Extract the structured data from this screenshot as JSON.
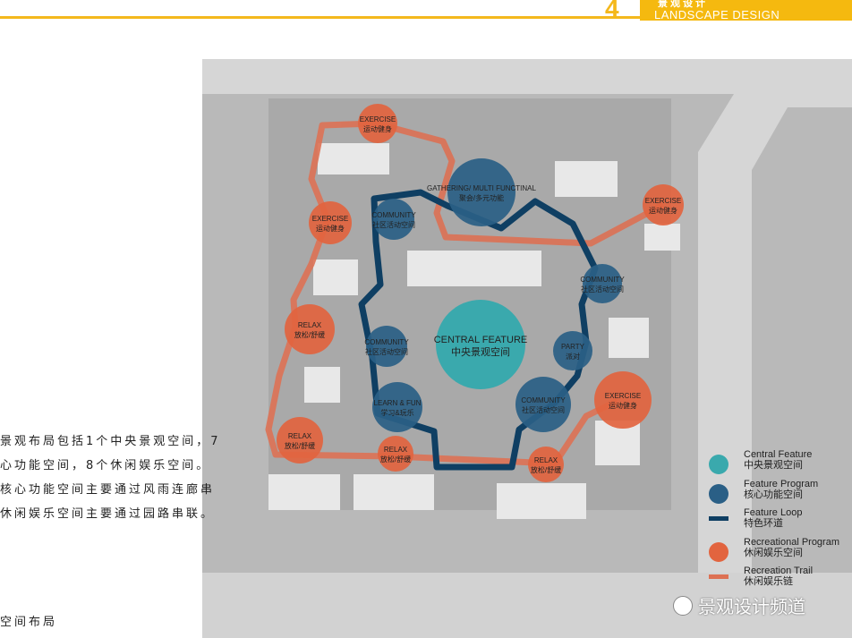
{
  "header": {
    "section_number": "4",
    "title_cn": "景观设计",
    "title_en": "LANDSCAPE DESIGN"
  },
  "description": [
    "景观布局包括1个中央景观空间，7",
    "心功能空间，8个休闲娱乐空间。",
    "核心功能空间主要通过风雨连廊串",
    "休闲娱乐空间主要通过园路串联。"
  ],
  "caption": "空间布局",
  "colors": {
    "central": "#3aa9ad",
    "feature": "#2a5f86",
    "loop": "#0f3f63",
    "recreation": "#e2643f",
    "trail": "#dd7154"
  },
  "nodes": [
    {
      "type": "recreation",
      "en": "EXERCISE",
      "cn": "运动健身"
    },
    {
      "type": "feature",
      "en": "GATHERING/ MULTI FUNCTINAL",
      "cn": "聚会/多元功能"
    },
    {
      "type": "feature",
      "en": "COMMUNITY",
      "cn": "社区活动空间"
    },
    {
      "type": "recreation",
      "en": "EXERCISE",
      "cn": "运动健身"
    },
    {
      "type": "recreation",
      "en": "EXERCISE",
      "cn": "运动健身"
    },
    {
      "type": "feature",
      "en": "COMMUNITY",
      "cn": "社区活动空间"
    },
    {
      "type": "recreation",
      "en": "RELAX",
      "cn": "放松/舒缓"
    },
    {
      "type": "central",
      "en": "CENTRAL FEATURE",
      "cn": "中央景观空间"
    },
    {
      "type": "feature",
      "en": "COMMUNITY",
      "cn": "社区活动空间"
    },
    {
      "type": "feature",
      "en": "PARTY",
      "cn": "派对"
    },
    {
      "type": "feature",
      "en": "LEARN & FUN",
      "cn": "学习&玩乐"
    },
    {
      "type": "feature",
      "en": "COMMUNITY",
      "cn": "社区活动空间"
    },
    {
      "type": "recreation",
      "en": "EXERCISE",
      "cn": "运动健身"
    },
    {
      "type": "recreation",
      "en": "RELAX",
      "cn": "放松/舒缓"
    },
    {
      "type": "recreation",
      "en": "RELAX",
      "cn": "放松/舒缓"
    },
    {
      "type": "recreation",
      "en": "RELAX",
      "cn": "放松/舒缓"
    }
  ],
  "legend": [
    {
      "en": "Central Feature",
      "cn": "中央景观空间"
    },
    {
      "en": "Feature Program",
      "cn": "核心功能空间"
    },
    {
      "en": "Feature Loop",
      "cn": "特色环道"
    },
    {
      "en": "Recreational Program",
      "cn": "休闲娱乐空间"
    },
    {
      "en": "Recreation Trail",
      "cn": "休闲娱乐链"
    }
  ],
  "watermark": "景观设计频道"
}
